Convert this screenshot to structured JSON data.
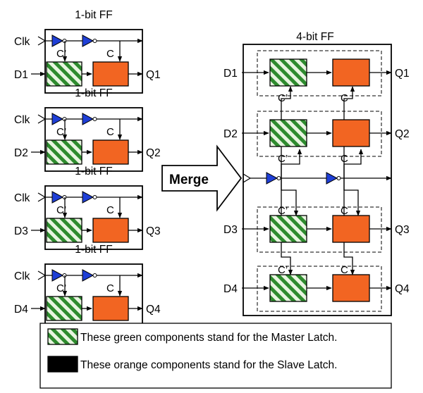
{
  "labels": {
    "one_bit_ff": "1-bit FF",
    "four_bit_ff": "4-bit FF",
    "clk": "Clk",
    "c": "C",
    "c_prime": "C’",
    "merge": "Merge",
    "d": [
      "D1",
      "D2",
      "D3",
      "D4"
    ],
    "q": [
      "Q1",
      "Q2",
      "Q3",
      "Q4"
    ]
  },
  "legend": {
    "master_text": "These green components stand for the Master Latch.",
    "slave_text": "These orange components stand for the Slave Latch."
  },
  "colors": {
    "master_green": "#2e8b2e",
    "master_light": "#e8f5e0",
    "slave_orange": "#f26522",
    "buffer_blue": "#1f3fd6"
  }
}
